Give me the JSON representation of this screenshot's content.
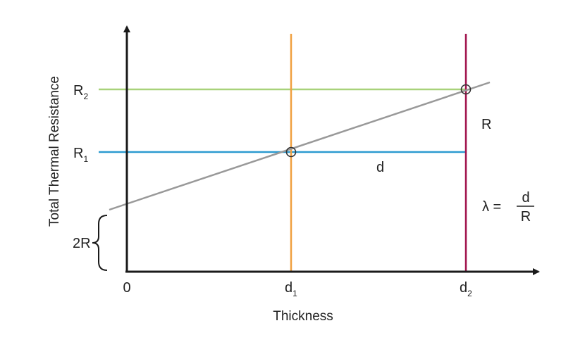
{
  "diagram": {
    "y_axis_title": "Total Thermal Resistance",
    "x_axis_title": "Thickness",
    "origin_label": "0",
    "x_ticks": [
      {
        "main": "d",
        "sub": "1"
      },
      {
        "main": "d",
        "sub": "2"
      }
    ],
    "y_ticks": [
      {
        "main": "R",
        "sub": "2"
      },
      {
        "main": "R",
        "sub": "1"
      }
    ],
    "intercept_label": "2R",
    "segment_labels": {
      "horizontal": "d",
      "vertical": "R"
    },
    "formula": {
      "lhs": "λ =",
      "numerator": "d",
      "denominator": "R"
    },
    "colors": {
      "axis": "#1a1a1a",
      "trend_line": "#999999",
      "r2_line": "#a8d27a",
      "r1_line": "#2c9bd0",
      "d1_line": "#f0a040",
      "d2_line": "#a0104a"
    }
  }
}
